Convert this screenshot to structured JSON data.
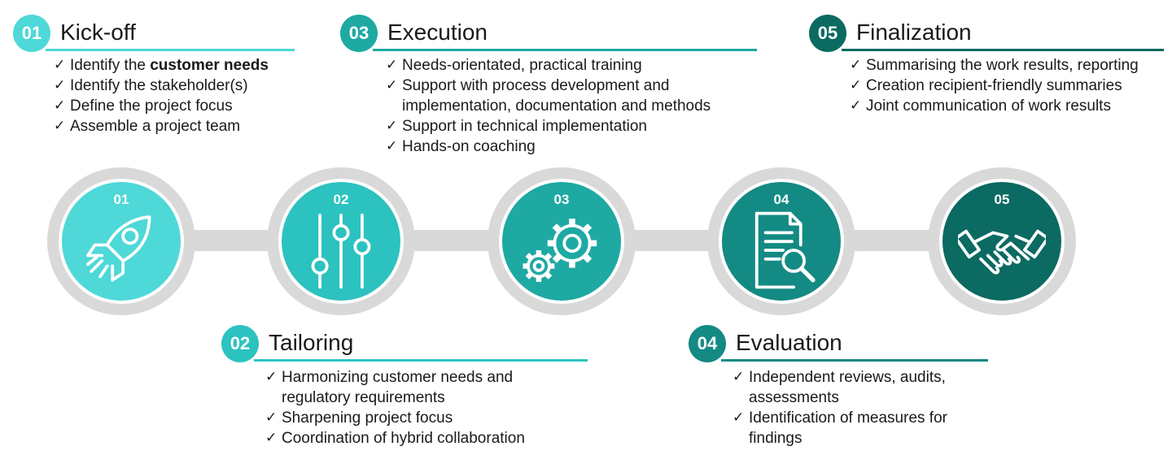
{
  "colors": {
    "phase1": "#4fd8d8",
    "phase2": "#2cc2bf",
    "phase3": "#1ea9a3",
    "phase4": "#138a83",
    "phase5": "#0b6a61",
    "track": "#d9d9d9"
  },
  "phases": [
    {
      "number": "01",
      "title": "Kick-off",
      "items": [
        {
          "pre": "Identify the ",
          "bold": "customer needs"
        },
        {
          "text": "Identify the stakeholder(s)"
        },
        {
          "text": "Define the project focus"
        },
        {
          "text": "Assemble a project team"
        }
      ]
    },
    {
      "number": "02",
      "title": "Tailoring",
      "items": [
        {
          "line1": "Harmonizing customer needs and",
          "line2": "regulatory requirements"
        },
        {
          "text": "Sharpening project focus"
        },
        {
          "text": "Coordination of hybrid collaboration"
        }
      ]
    },
    {
      "number": "03",
      "title": "Execution",
      "items": [
        {
          "text": "Needs-orientated, practical training"
        },
        {
          "line1": "Support with process development and",
          "line2": "implementation, documentation and methods"
        },
        {
          "text": "Support in technical implementation"
        },
        {
          "text": "Hands-on coaching"
        }
      ]
    },
    {
      "number": "04",
      "title": "Evaluation",
      "items": [
        {
          "line1": "Independent reviews, audits,",
          "line2": "assessments"
        },
        {
          "line1": "Identification of measures for",
          "line2": "findings"
        }
      ]
    },
    {
      "number": "05",
      "title": "Finalization",
      "items": [
        {
          "text": "Summarising the work results, reporting"
        },
        {
          "text": "Creation recipient-friendly summaries"
        },
        {
          "text": "Joint communication of work results"
        }
      ]
    }
  ],
  "timeline": [
    {
      "number": "01",
      "icon": "rocket-icon"
    },
    {
      "number": "02",
      "icon": "sliders-icon"
    },
    {
      "number": "03",
      "icon": "gears-icon"
    },
    {
      "number": "04",
      "icon": "document-search-icon"
    },
    {
      "number": "05",
      "icon": "handshake-icon"
    }
  ]
}
